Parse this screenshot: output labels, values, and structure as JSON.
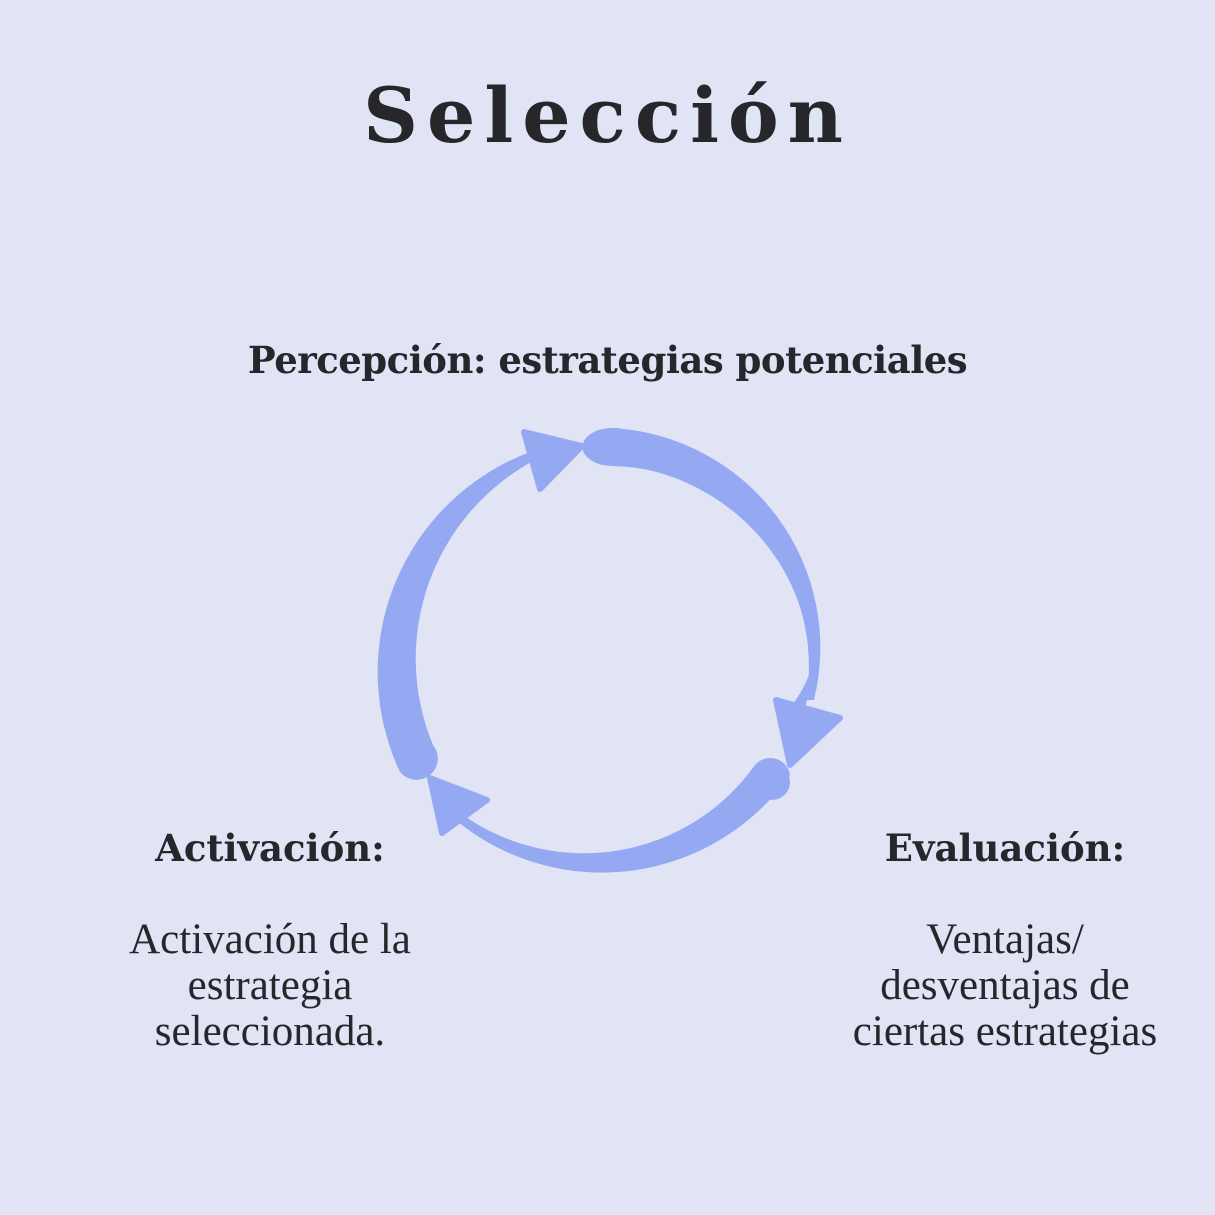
{
  "title": "Selección",
  "diagram": {
    "type": "cycle",
    "color": "#95a9f2",
    "steps": [
      {
        "heading": "Percepción: estrategias potenciales",
        "body": ""
      },
      {
        "heading": "Evaluación:",
        "body_lines": [
          "Ventajas/",
          "desventajas de",
          "ciertas estrategias"
        ]
      },
      {
        "heading": "Activación:",
        "body_lines": [
          "Activación de la",
          "estrategia",
          "seleccionada."
        ]
      }
    ]
  }
}
